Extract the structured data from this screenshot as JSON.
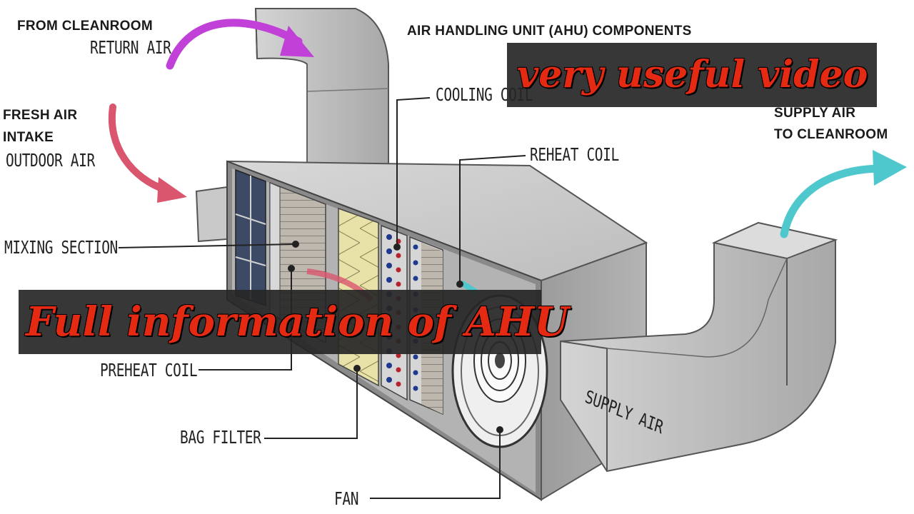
{
  "diagram": {
    "title": "AIR HANDLING UNIT (AHU) COMPONENTS",
    "return_source": "FROM CLEANROOM",
    "return_air": "RETURN AIR",
    "fresh_air_line1": "FRESH AIR",
    "fresh_air_line2": "INTAKE",
    "outdoor_air": "OUTDOOR AIR",
    "supply_to_line1": "SUPPLY AIR",
    "supply_to_line2": "TO CLEANROOM",
    "components": {
      "mixing_section": "MIXING SECTION",
      "cooling_coil": "COOLING COIL",
      "reheat_coil": "REHEAT COIL",
      "preheat_coil": "PREHEAT COIL",
      "bag_filter": "BAG FILTER",
      "fan": "FAN",
      "supply_air_duct": "SUPPLY AIR"
    }
  },
  "overlay": {
    "top_caption": "very useful video",
    "main_caption": "Full information of AHU",
    "caption_color": "#e52a14"
  },
  "colors": {
    "return_arrow": "#c040d8",
    "fresh_arrow": "#d9566e",
    "supply_arrow": "#4ec8cc"
  }
}
